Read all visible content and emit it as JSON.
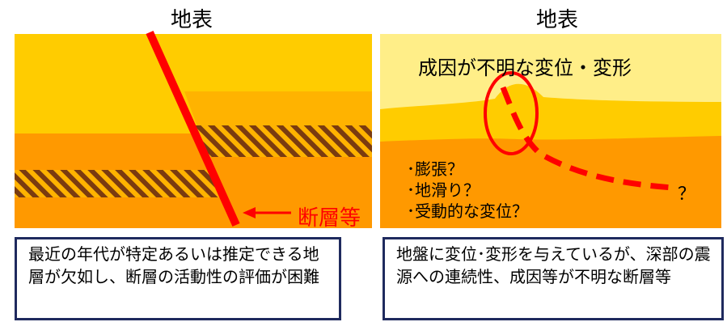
{
  "left_panel": {
    "title": "地表",
    "fault_label": "断層等",
    "caption": "最近の年代が特定あるいは推定できる地層が欠如し、断層の活動性の評価が困難"
  },
  "right_panel": {
    "title": "地表",
    "heading": "成因が不明な変位・変形",
    "causes": [
      "･膨張？",
      "･地滑り？",
      "･受動的な変位？"
    ],
    "unknown_mark": "？",
    "caption": "地盤に変位･変形を与えているが、深部の震源への連続性、成因等が不明な断層等"
  },
  "colors": {
    "upper_layer": "#ffcc00",
    "middle_layer": "#ffb300",
    "lower_layer": "#ff9900",
    "fault": "#ff0000",
    "hatch": "#7a3b10",
    "right_top": "#ffee88",
    "box_border": "#1f2a5e"
  }
}
